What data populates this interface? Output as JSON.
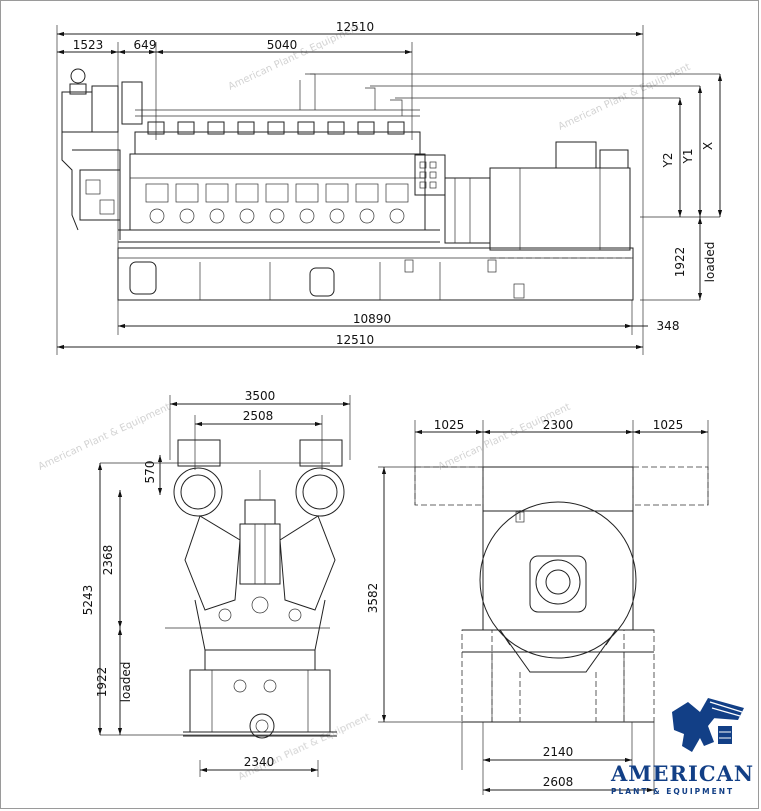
{
  "side_view": {
    "dims": {
      "overall_top": "12510",
      "left_offset": "1523",
      "turbo": "649",
      "cylinders": "5040",
      "base_length": "10890",
      "generator_overhang": "348",
      "overall_bottom": "12510",
      "height_y2": "Y2",
      "height_y1": "Y1",
      "height_x": "X",
      "base_height": "1922",
      "base_height_note": "loaded"
    }
  },
  "end_view": {
    "dims": {
      "overall_width": "3500",
      "turbo_spacing": "2508",
      "turbo_offset": "570",
      "crank_to_turbo": "2368",
      "overall_height": "5243",
      "base_height": "1922",
      "base_height_note": "loaded",
      "base_width": "2340"
    }
  },
  "generator_view": {
    "dims": {
      "left_overhang": "1025",
      "body_width": "2300",
      "right_overhang": "1025",
      "height": "3582",
      "foot_width": "2140",
      "base_width": "2608"
    }
  },
  "watermark": "American Plant & Equipment",
  "logo": {
    "name": "AMERICAN",
    "subtitle": "PLANT & EQUIPMENT",
    "color": "#123f86"
  }
}
